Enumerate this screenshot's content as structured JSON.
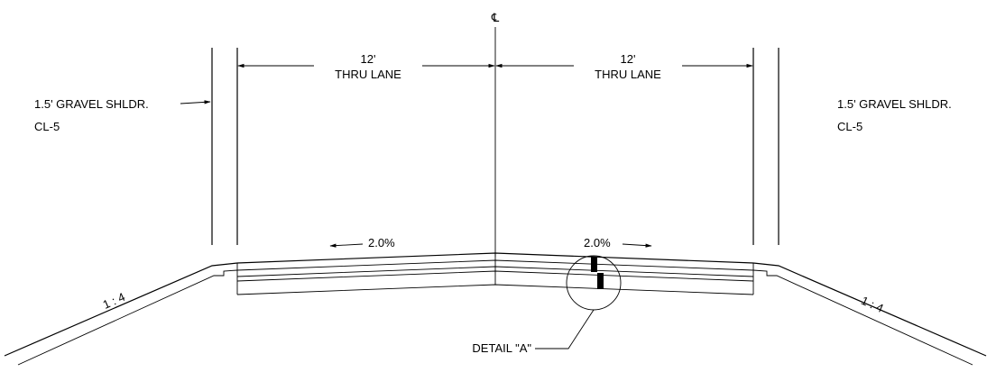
{
  "centerline_symbol": "℄",
  "left_lane": {
    "width": "12'",
    "name": "THRU LANE",
    "slope": "2.0%"
  },
  "right_lane": {
    "width": "12'",
    "name": "THRU LANE",
    "slope": "2.0%"
  },
  "left_shoulder": {
    "label": "1.5' GRAVEL SHLDR.",
    "code": "CL-5",
    "side_slope": "1 : 4"
  },
  "right_shoulder": {
    "label": "1.5' GRAVEL SHLDR.",
    "code": "CL-5",
    "side_slope": "1 : 4"
  },
  "detail_callout": "DETAIL \"A\"",
  "colors": {
    "ink": "#000000",
    "background": "#ffffff"
  }
}
